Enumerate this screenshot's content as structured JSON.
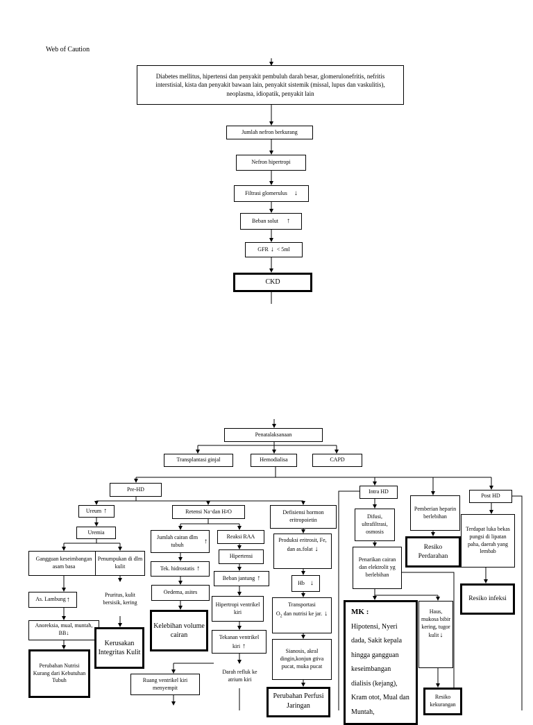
{
  "title": "Web of Caution",
  "etiology": "Diabetes mellitus, hipertensi dan penyakit pembuluh darah besar, glomerulonefritis, nefritis interstisial, kista dan penyakit bawaan lain, penyakit sistemik (missal, lupus dan vaskulitis), neoplasma, idiopatik, penyakit lain",
  "chain": {
    "nefron_kurang": "Jumlah nefron berkurang",
    "nefron_hipertropi": "Nefron hipertropi",
    "filtrasi": "Filtrasi glomerulus",
    "beban_solut": "Beban solut",
    "gfr": "GFR",
    "gfr_value": "< 5ml",
    "ckd": "CKD"
  },
  "penatalaksanaan": {
    "title": "Penatalaksanaan",
    "transplantasi": "Transplantasi ginjal",
    "hemodialisa": "Hemodialisa",
    "capd": "CAPD"
  },
  "pre_hd": {
    "title": "Pre-HD",
    "ureum": "Ureum",
    "uremia": "Uremia",
    "gangguan": "Gangguan keseimbangan asam basa",
    "as_lambung": "As. Lambung",
    "anoreksia": "Anoreksia, mual, muntah, BB",
    "perubahan_nutrisi": "Perubahan Nutrisi Kurang dari Kebutuhan Tubuh",
    "penumpukan": "Penumpukan di dlm kulit",
    "pruritus": "Pruritus, kulit bersisik, kering",
    "kerusakan": "Kerusakan Integritas Kulit",
    "retensi": "Retensi Na",
    "retensi_sup": "+",
    "retensi_mid": " dan H",
    "retensi_sub": "2",
    "retensi_end": "O",
    "jumlah_cairan": "Jumlah cairan dlm tubuh",
    "tek_hidrostatis": "Tek. hidrostatis",
    "oedema": "Oedema, asites",
    "kelebihan": "Kelebihan volume cairan",
    "reaksi_raa": "Reaksi RAA",
    "hipertensi": "Hipertensi",
    "beban_jantung": "Beban jantung",
    "hipertropi_vent": "Hipertropi ventrikel kiri",
    "tekanan_vent": "Tekanan ventrikel kiri",
    "darah_refluk": "Darah refluk ke atrium kiri",
    "ruang_vent": "Ruang ventrikel kiri menyempit",
    "defisiensi": "Defisiensi hormon eritropoietin",
    "produksi": "Produksi eritrosit, Fe, dan as.folat",
    "hb": "Hb",
    "transportasi": "Transportasi",
    "transportasi_o": "O",
    "transportasi_sub": "2",
    "transportasi_end": " dan nutrisi ke jar.",
    "sianosis": "Sianosis, akral dingin,konjun gtiva pucat, muka pucat",
    "perubahan_perfusi": "Perubahan Perfusi Jaringan"
  },
  "intra_hd": {
    "title": "Intra HD",
    "difusi": "Difusi, ultrafiltrasi, osmosis",
    "penarikan": "Penarikan cairan dan elektrolit yg berlebihan",
    "mk_head": "MK :",
    "mk_body": "Hipotensi, Nyeri dada, Sakit kepala hingga gangguan keseimbangan dialisis (kejang), Kram otot, Mual dan Muntah,",
    "haus": "Haus, mukosa bibir kering, tugor kulit",
    "resiko_kekurangan": "Resiko kekurangan",
    "pemberian": "Pemberian heparin berlebihan",
    "resiko_perdarahan": "Resiko Perdarahan"
  },
  "post_hd": {
    "title": "Post HD",
    "terdapat": "Terdapat luka bekas pungsi di lipatan paha, daerah yang lembab",
    "resiko_infeksi": "Resiko infeksi"
  },
  "arrows": {
    "up": "↑",
    "down": "↓"
  }
}
